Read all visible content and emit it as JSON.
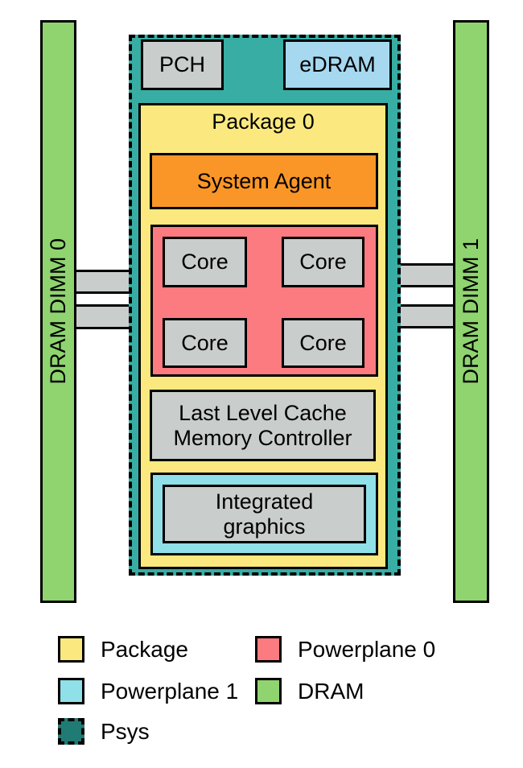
{
  "diagram": {
    "dram_dimm_0_label": "DRAM DIMM 0",
    "dram_dimm_1_label": "DRAM DIMM 1",
    "pch_label": "PCH",
    "edram_label": "eDRAM",
    "package_label": "Package 0",
    "system_agent_label": "System Agent",
    "core_labels": [
      "Core",
      "Core",
      "Core",
      "Core"
    ],
    "llc_label_line1": "Last Level Cache",
    "llc_label_line2": "Memory Controller",
    "integrated_graphics_line1": "Integrated",
    "integrated_graphics_line2": "graphics"
  },
  "legend": {
    "items": [
      {
        "label": "Package",
        "swatch": "package-swatch",
        "color": "#FBE97F"
      },
      {
        "label": "Powerplane 0",
        "swatch": "powerplane-0-swatch",
        "color": "#FC7B80"
      },
      {
        "label": "Powerplane 1",
        "swatch": "powerplane-1-swatch",
        "color": "#8FE0E8"
      },
      {
        "label": "DRAM",
        "swatch": "dram-swatch",
        "color": "#8FD46F"
      },
      {
        "label": "Psys",
        "swatch": "psys-swatch",
        "color": "#1F7B74"
      }
    ]
  },
  "colors": {
    "psys_background": "#38ADA4",
    "package": "#FBE97F",
    "powerplane_0": "#FC7B80",
    "powerplane_1": "#8FE0E8",
    "dram": "#8FD46F",
    "edram": "#A6D8F0",
    "system_agent": "#FA9627",
    "component_gray": "#C9CDCC",
    "border": "#000000"
  }
}
